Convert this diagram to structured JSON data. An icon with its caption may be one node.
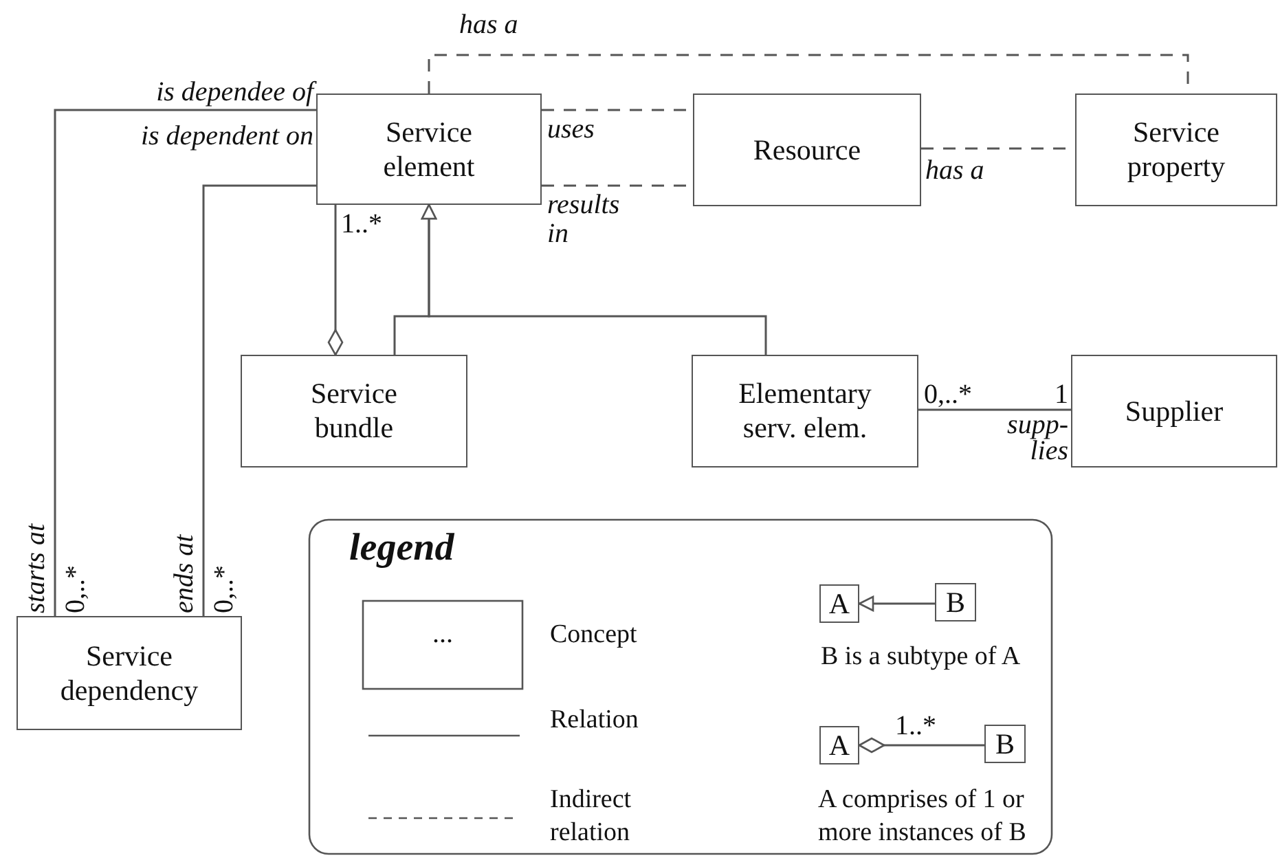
{
  "diagram": {
    "nodes": [
      {
        "text": [
          "Service element"
        ]
      },
      {
        "text": [
          "Resource"
        ]
      },
      {
        "text": [
          "Service property"
        ]
      },
      {
        "text": [
          "Service bundle"
        ]
      },
      {
        "text": [
          "Elementary serv. elem."
        ]
      },
      {
        "text": [
          "Supplier"
        ]
      },
      {
        "text": [
          "Service dependency"
        ]
      },
      {
        "text": [
          "A"
        ]
      },
      {
        "text": [
          "B"
        ]
      },
      {
        "text": [
          "A"
        ]
      },
      {
        "text": [
          "B"
        ]
      }
    ],
    "edges": [
      {
        "from": 0,
        "to": 2,
        "arrow": "none",
        "style": "dashed",
        "label": "has a"
      },
      {
        "from": 0,
        "to": 1,
        "arrow": "none",
        "style": "dashed",
        "label": "uses"
      },
      {
        "from": 0,
        "to": 1,
        "arrow": "none",
        "style": "dashed",
        "label": "results in"
      },
      {
        "from": 1,
        "to": 2,
        "arrow": "none",
        "style": "dashed",
        "label": "has a"
      },
      {
        "from": 6,
        "to": 0,
        "arrow": "none",
        "label": "starts at"
      },
      {
        "from": 6,
        "to": 0,
        "arrow": "none",
        "label": "ends at"
      },
      {
        "from": 0,
        "to": 3,
        "arrow": "other"
      },
      {
        "from": 3,
        "to": 0,
        "arrow": "to"
      },
      {
        "from": 4,
        "to": 0,
        "arrow": "to"
      },
      {
        "from": 4,
        "to": 5,
        "arrow": "none",
        "label": "supp- lies"
      },
      {
        "from": 8,
        "to": 7,
        "arrow": "to"
      },
      {
        "from": 10,
        "to": 9,
        "arrow": "other",
        "label": "1..*"
      }
    ],
    "labels": [
      "is dependee of",
      "is dependent on",
      "1..*",
      "0,..*",
      "1",
      "0,..*",
      "0,..*",
      "legend",
      "..."
    ],
    "legend": [
      {
        "text": "Concept"
      },
      {
        "text": "Relation"
      },
      {
        "text": "Indirect relation"
      },
      {
        "text": "B is a subtype of A"
      },
      {
        "text": "A comprises of 1 or more instances of B"
      }
    ]
  }
}
